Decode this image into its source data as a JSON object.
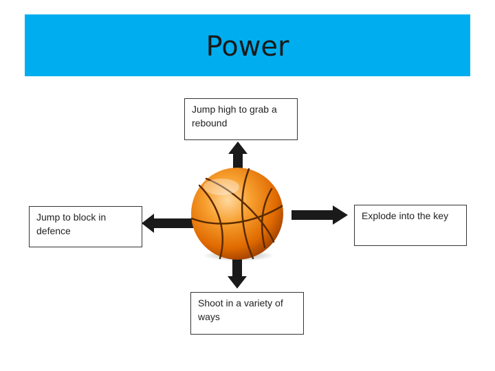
{
  "slide": {
    "title": "Power",
    "title_bar_color": "#00aeef"
  },
  "center": {
    "icon": "basketball-icon"
  },
  "boxes": {
    "top": "Jump high to grab a rebound",
    "left": "Jump to block in defence",
    "right": "Explode into the key",
    "bottom": "Shoot in a variety of ways"
  },
  "arrows": [
    "up",
    "left",
    "right",
    "down"
  ]
}
